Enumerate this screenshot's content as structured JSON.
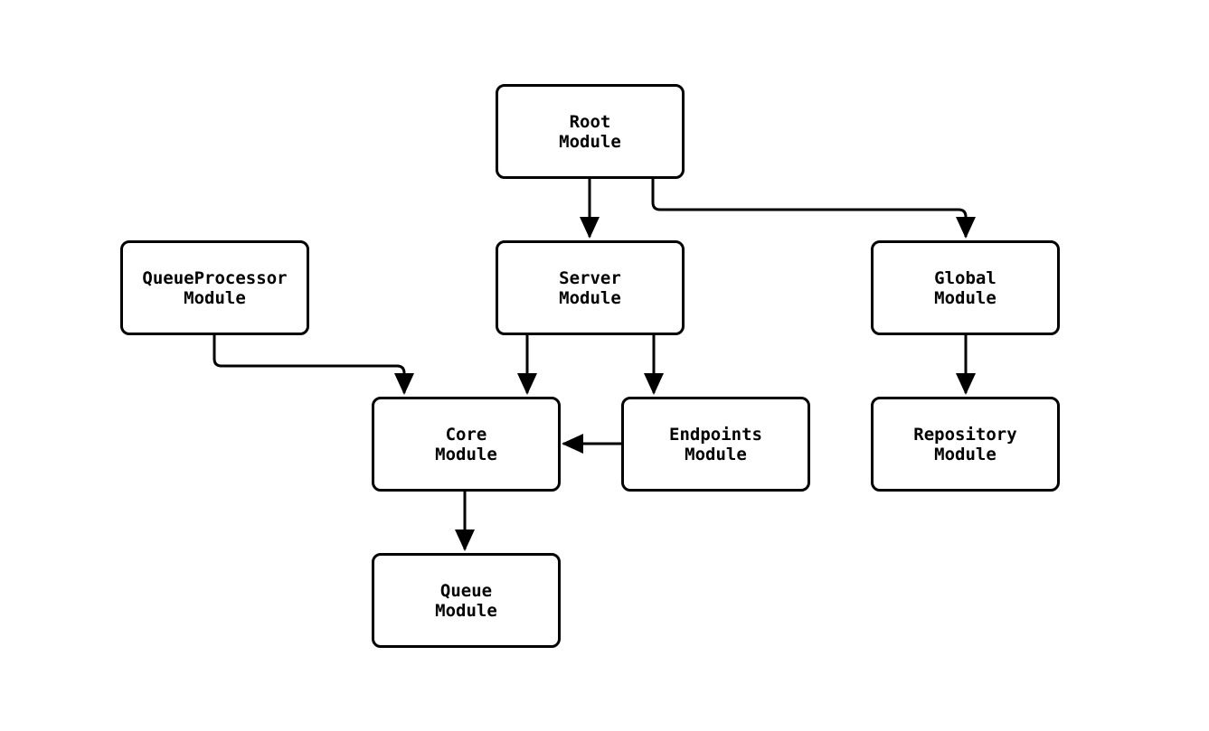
{
  "diagram": {
    "type": "flowchart",
    "orientation": "top-down",
    "background_color": "#ffffff",
    "node_fill_color": "#ffffff",
    "node_border_color": "#000000",
    "edge_color": "#000000",
    "nodes": [
      {
        "id": "root",
        "label": "Root\nModule"
      },
      {
        "id": "queueprocessor",
        "label": "QueueProcessor\nModule"
      },
      {
        "id": "server",
        "label": "Server\nModule"
      },
      {
        "id": "global",
        "label": "Global\nModule"
      },
      {
        "id": "core",
        "label": "Core\nModule"
      },
      {
        "id": "endpoints",
        "label": "Endpoints\nModule"
      },
      {
        "id": "repository",
        "label": "Repository\nModule"
      },
      {
        "id": "queue",
        "label": "Queue\nModule"
      }
    ],
    "edges": [
      {
        "from": "Root Module",
        "to": "Server Module"
      },
      {
        "from": "Root Module",
        "to": "Global Module"
      },
      {
        "from": "QueueProcessor Module",
        "to": "Core Module"
      },
      {
        "from": "Server Module",
        "to": "Core Module"
      },
      {
        "from": "Server Module",
        "to": "Endpoints Module"
      },
      {
        "from": "Endpoints Module",
        "to": "Core Module"
      },
      {
        "from": "Core Module",
        "to": "Queue Module"
      },
      {
        "from": "Global Module",
        "to": "Repository Module"
      }
    ]
  }
}
